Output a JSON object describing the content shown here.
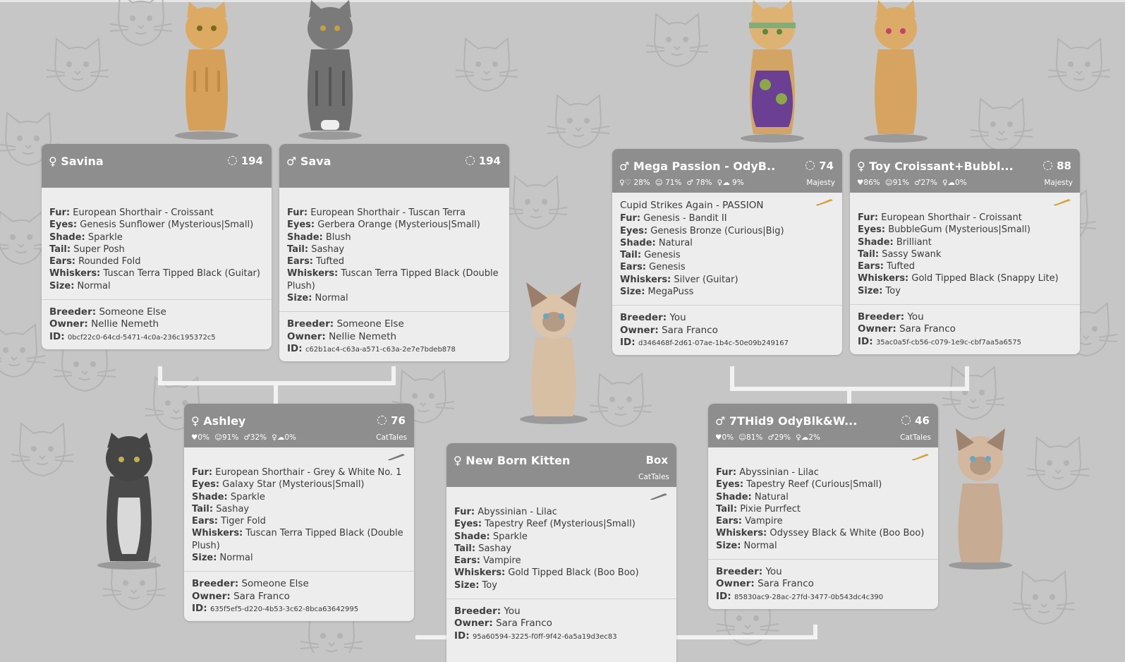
{
  "cards": {
    "savina": {
      "sex": "♀",
      "name": "Savina",
      "gen": "194",
      "traits": {
        "fur": "European Shorthair - Croissant",
        "eyes": "Genesis Sunflower (Mysterious|Small)",
        "shade": "Sparkle",
        "tail": "Super Posh",
        "ears": "Rounded Fold",
        "whiskers": "Tuscan Terra Tipped Black (Guitar)",
        "size": "Normal"
      },
      "breeder": "Someone Else",
      "owner": "Nellie Nemeth",
      "id": "0bcf22c0-64cd-5471-4c0a-236c195372c5"
    },
    "sava": {
      "sex": "♂",
      "name": "Sava",
      "gen": "194",
      "traits": {
        "fur": "European Shorthair - Tuscan Terra",
        "eyes": "Gerbera Orange (Mysterious|Small)",
        "shade": "Blush",
        "tail": "Sashay",
        "ears": "Tufted",
        "whiskers": "Tuscan Terra Tipped Black (Double Plush)",
        "size": "Normal"
      },
      "breeder": "Someone Else",
      "owner": "Nellie Nemeth",
      "id": "c62b1ac4-c63a-a571-c63a-2e7e7bdeb878"
    },
    "mega": {
      "sex": "♂",
      "name": "Mega Passion - OdyB...",
      "gen": "74",
      "tag": "Majesty",
      "stats": [
        "♀♡ 28%",
        "☺ 71%",
        "♂ 78%",
        "♀☁ 9%"
      ],
      "extra": "Cupid Strikes Again - PASSION",
      "traits": {
        "fur": "Genesis - Bandit II",
        "eyes": "Genesis Bronze (Curious|Big)",
        "shade": "Natural",
        "tail": "Genesis",
        "ears": "Genesis",
        "whiskers": "Silver (Guitar)",
        "size": "MegaPuss"
      },
      "breeder": "You",
      "owner": "Sara Franco",
      "id": "d346468f-2d61-07ae-1b4c-50e09b249167"
    },
    "toy": {
      "sex": "♀",
      "name": "Toy Croissant+Bubbl...",
      "gen": "88",
      "tag": "Majesty",
      "stats": [
        "♥86%",
        "☺91%",
        "♂27%",
        "♀☁0%"
      ],
      "traits": {
        "fur": "European Shorthair - Croissant",
        "eyes": "BubbleGum (Mysterious|Small)",
        "shade": "Brilliant",
        "tail": "Sassy Swank",
        "ears": "Tufted",
        "whiskers": "Gold Tipped Black (Snappy Lite)",
        "size": "Toy"
      },
      "breeder": "You",
      "owner": "Sara Franco",
      "id": "35ac0a5f-cb56-c079-1e9c-cbf7aa5a6575"
    },
    "ashley": {
      "sex": "♀",
      "name": "Ashley",
      "gen": "76",
      "tag": "CatTales",
      "stats": [
        "♥0%",
        "☺91%",
        "♂32%",
        "♀☁0%"
      ],
      "traits": {
        "fur": "European Shorthair - Grey & White No. 1",
        "eyes": "Galaxy Star (Mysterious|Small)",
        "shade": "Sparkle",
        "tail": "Sashay",
        "ears": "Tiger Fold",
        "whiskers": "Tuscan Terra Tipped Black (Double Plush)",
        "size": "Normal"
      },
      "breeder": "Someone Else",
      "owner": "Sara Franco",
      "id": "635f5ef5-d220-4b53-3c62-8bca63642995"
    },
    "newborn": {
      "sex": "♀",
      "name": "New Born Kitten",
      "gen": "Box",
      "tag": "CatTales",
      "traits": {
        "fur": "Abyssinian - Lilac",
        "eyes": "Tapestry Reef (Mysterious|Small)",
        "shade": "Sparkle",
        "tail": "Sashay",
        "ears": "Vampire",
        "whiskers": "Gold Tipped Black (Boo Boo)",
        "size": "Toy"
      },
      "breeder": "You",
      "owner": "Sara Franco",
      "id": "95a60594-3225-f0ff-9f42-6a5a19d3ec83"
    },
    "odyblk": {
      "sex": "♂",
      "name": "7THid9 OdyBlk&W...",
      "gen": "46",
      "tag": "CatTales",
      "stats": [
        "♥0%",
        "☺81%",
        "♂29%",
        "♀☁2%"
      ],
      "traits": {
        "fur": "Abyssinian - Lilac",
        "eyes": "Tapestry Reef (Curious|Small)",
        "shade": "Natural",
        "tail": "Pixie Purrfect",
        "ears": "Vampire",
        "whiskers": "Odyssey Black & White (Boo Boo)",
        "size": "Normal"
      },
      "breeder": "You",
      "owner": "Sara Franco",
      "id": "85830ac9-28ac-27fd-3477-0b543dc4c390"
    }
  },
  "labels": {
    "fur": "Fur:",
    "eyes": "Eyes:",
    "shade": "Shade:",
    "tail": "Tail:",
    "ears": "Ears:",
    "whiskers": "Whiskers:",
    "size": "Size:",
    "breeder": "Breeder:",
    "owner": "Owner:",
    "id": "ID:"
  },
  "colors": {
    "header": "#8e8e8e",
    "card": "#ededed",
    "background": "#c6c6c6",
    "connector": "#f2f2f2"
  }
}
